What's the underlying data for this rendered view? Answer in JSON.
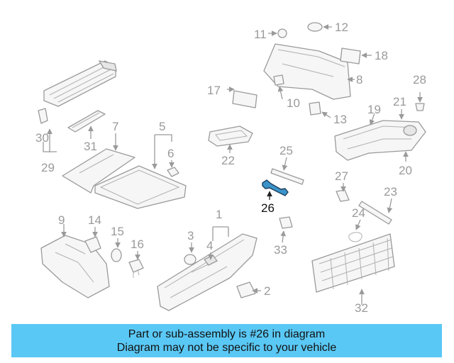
{
  "diagram": {
    "highlight_color": "#3a93c9",
    "callouts": {
      "c1": "1",
      "c2": "2",
      "c3": "3",
      "c4": "4",
      "c5": "5",
      "c6": "6",
      "c7": "7",
      "c8": "8",
      "c9": "9",
      "c10": "10",
      "c11": "11",
      "c12": "12",
      "c13": "13",
      "c14": "14",
      "c15": "15",
      "c16": "16",
      "c17": "17",
      "c18": "18",
      "c19": "19",
      "c20": "20",
      "c21": "21",
      "c22": "22",
      "c23": "23",
      "c24": "24",
      "c25": "25",
      "c26": "26",
      "c27": "27",
      "c28": "28",
      "c29": "29",
      "c30": "30",
      "c31": "31",
      "c32": "32",
      "c33": "33"
    }
  },
  "banner": {
    "color": "#5ac8f5",
    "line1": "Part or sub-assembly is #26 in diagram",
    "line2": "Diagram may not be specific to your vehicle"
  }
}
